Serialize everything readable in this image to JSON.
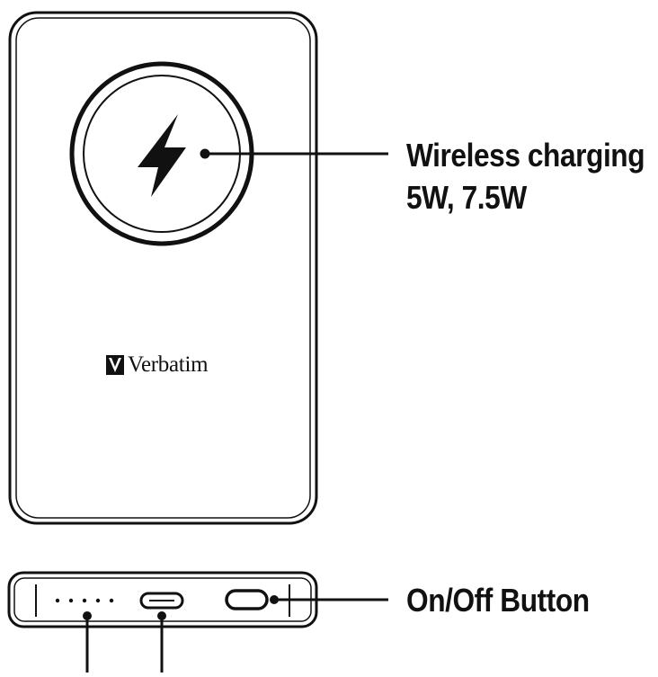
{
  "brand": {
    "name": "Verbatim",
    "logo_icon": "verbatim-v-logo-icon"
  },
  "callouts": {
    "wireless_line1": "Wireless charging",
    "wireless_line2": "5W, 7.5W",
    "onoff": "On/Off Button"
  },
  "icons": {
    "bolt": "lightning-bolt-icon",
    "led": "led-indicator-dots",
    "port": "usb-c-port",
    "button": "power-button"
  },
  "colors": {
    "stroke": "#111111",
    "background": "#ffffff"
  }
}
